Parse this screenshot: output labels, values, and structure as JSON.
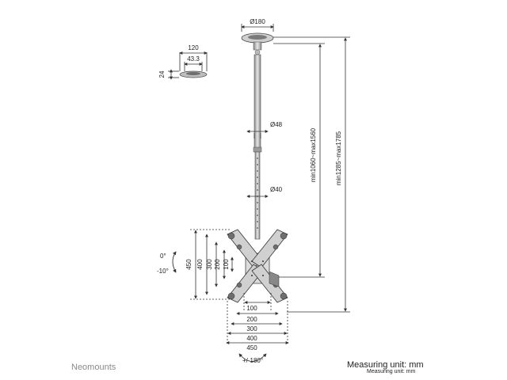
{
  "brand": "Neomounts",
  "measuring_unit": "Measuring unit: mm",
  "measuring_unit_small": "Measuring unit: mm",
  "dimensions": {
    "ceiling_plate_diameter": "Ø180",
    "plate_width": "120",
    "plate_inner": "43.3",
    "plate_height": "24",
    "upper_tube_diameter": "Ø48",
    "lower_tube_diameter": "Ø40",
    "height_range_tube": "min1060~max1560",
    "height_range_total": "min1285~max1785",
    "vesa_h": [
      "100",
      "200",
      "300",
      "400",
      "450"
    ],
    "vesa_v": [
      "100",
      "200",
      "300",
      "400",
      "450"
    ],
    "tilt_up": "0°",
    "tilt_down": "-10°",
    "swivel": "+/-180°"
  },
  "colors": {
    "line": "#333333",
    "metal_light": "#d9d9d9",
    "metal_dark": "#6e6e6e",
    "brand_gray": "#8a8a8a"
  }
}
